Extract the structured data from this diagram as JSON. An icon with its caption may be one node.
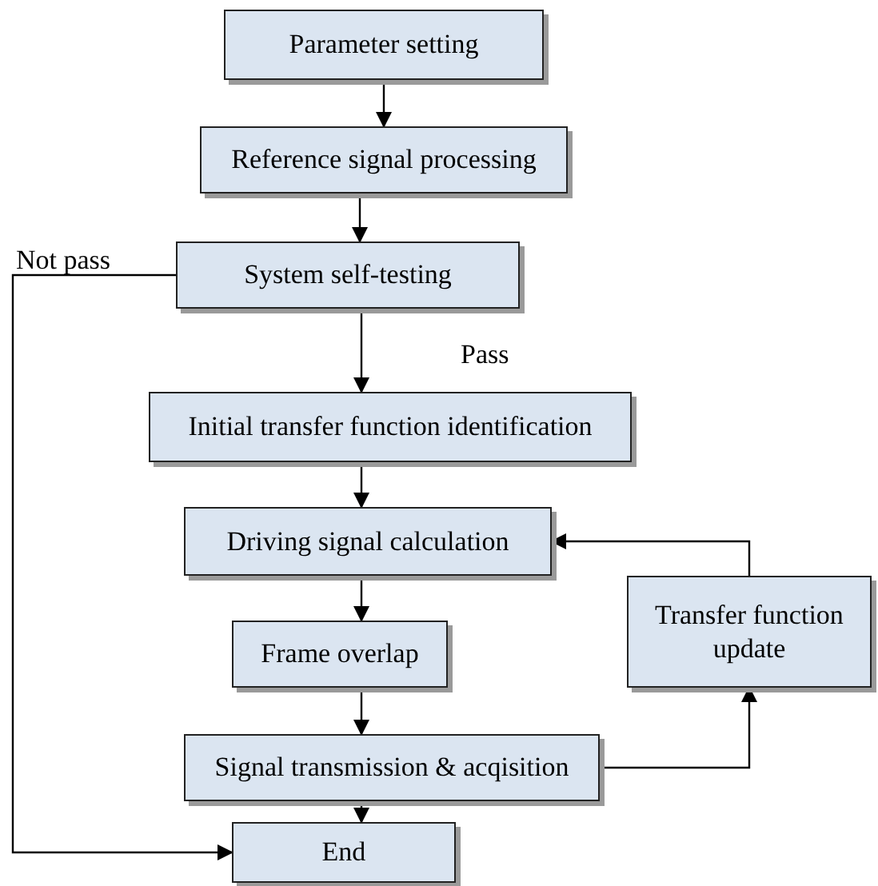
{
  "diagram": {
    "nodes": [
      {
        "text": [
          "Parameter setting"
        ]
      },
      {
        "text": [
          "Reference signal processing"
        ]
      },
      {
        "text": [
          "System self-testing"
        ]
      },
      {
        "text": [
          "Initial transfer function identification"
        ]
      },
      {
        "text": [
          "Driving signal calculation"
        ]
      },
      {
        "text": [
          "Frame overlap"
        ]
      },
      {
        "text": [
          "Signal transmission & acqisition"
        ]
      },
      {
        "text": [
          "End"
        ]
      },
      {
        "text": [
          "Transfer function update"
        ]
      }
    ],
    "edges": [
      {
        "from": 0,
        "to": 1,
        "arrow": "to"
      },
      {
        "from": 1,
        "to": 2,
        "arrow": "to"
      },
      {
        "from": 2,
        "to": 3,
        "arrow": "to",
        "label": "Pass"
      },
      {
        "from": 2,
        "to": 7,
        "arrow": "to",
        "label": "Not pass"
      },
      {
        "from": 3,
        "to": 4,
        "arrow": "to"
      },
      {
        "from": 4,
        "to": 5,
        "arrow": "to"
      },
      {
        "from": 5,
        "to": 6,
        "arrow": "to"
      },
      {
        "from": 6,
        "to": 7,
        "arrow": "to"
      },
      {
        "from": 6,
        "to": 8,
        "arrow": "to"
      },
      {
        "from": 8,
        "to": 4,
        "arrow": "to"
      }
    ]
  }
}
